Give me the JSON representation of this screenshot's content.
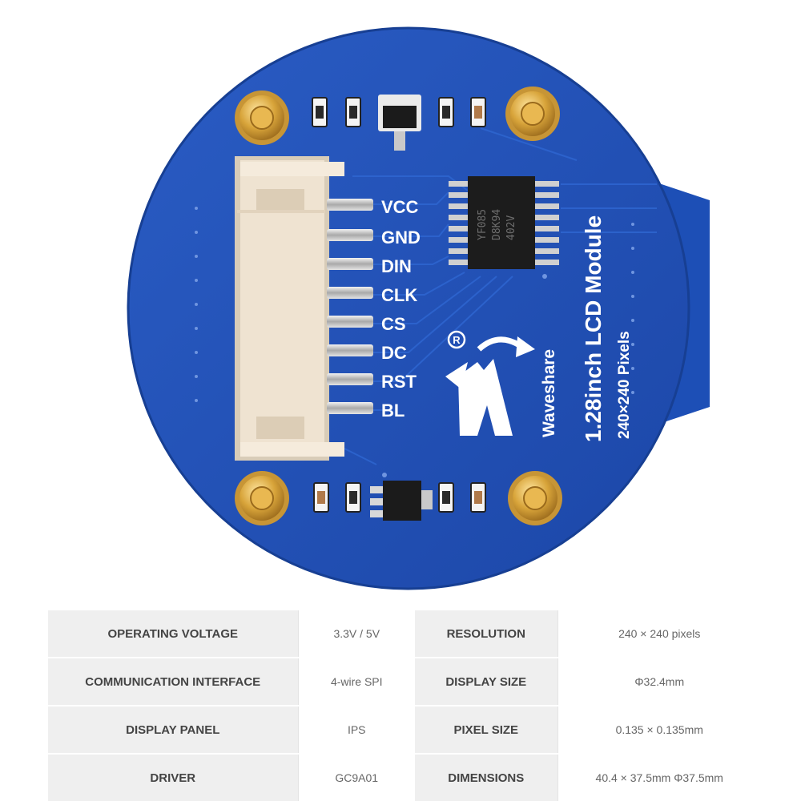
{
  "board": {
    "pin_labels": [
      "VCC",
      "GND",
      "DIN",
      "CLK",
      "CS",
      "DC",
      "RST",
      "BL"
    ],
    "title": "1.28inch LCD Module",
    "subtitle": "240×240 Pixels",
    "brand": "Waveshare",
    "registered_mark": "R",
    "ic_text_line1": "YF085",
    "ic_text_line2": "D8K94",
    "ic_text_line3": "402V",
    "colors": {
      "pcb": "#1f51b8",
      "pcb_edge": "#1a47a4",
      "connector": "#efe3d1",
      "gold": "#d8a43a"
    }
  },
  "specs": {
    "rows": [
      {
        "k1": "OPERATING VOLTAGE",
        "v1": "3.3V / 5V",
        "k2": "RESOLUTION",
        "v2": "240 × 240 pixels"
      },
      {
        "k1": "COMMUNICATION INTERFACE",
        "v1": "4-wire SPI",
        "k2": "DISPLAY SIZE",
        "v2": "Φ32.4mm"
      },
      {
        "k1": "DISPLAY PANEL",
        "v1": "IPS",
        "k2": "PIXEL SIZE",
        "v2": "0.135 × 0.135mm"
      },
      {
        "k1": "DRIVER",
        "v1": "GC9A01",
        "k2": "DIMENSIONS",
        "v2": "40.4 × 37.5mm Φ37.5mm"
      }
    ]
  }
}
